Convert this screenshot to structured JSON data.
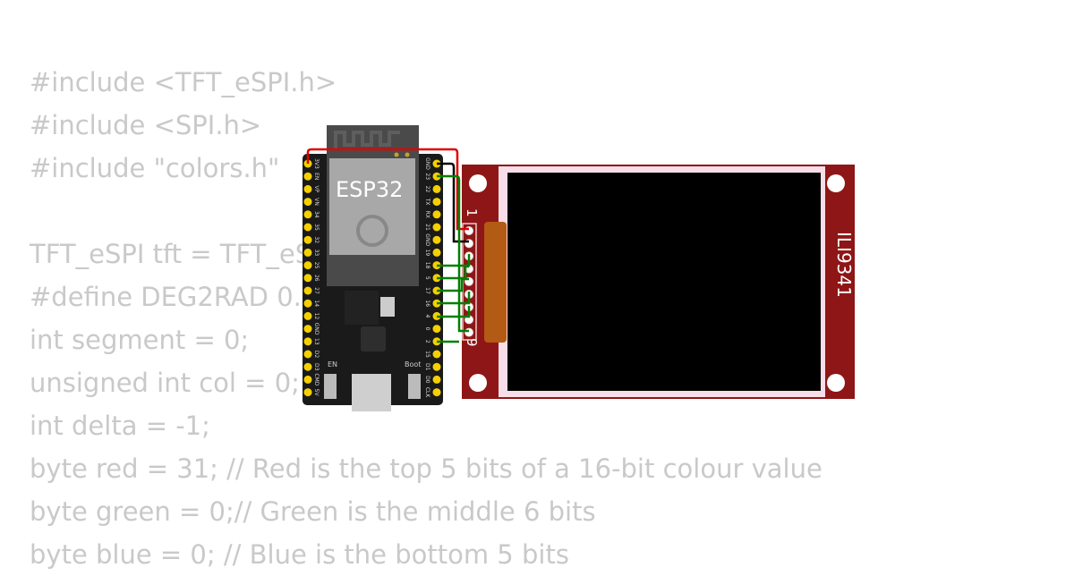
{
  "code_lines": [
    "#include <TFT_eSPI.h>",
    "#include <SPI.h>",
    "#include \"colors.h\"",
    "",
    "TFT_eSPI tft = TFT_eS",
    "#define DEG2RAD 0.",
    "int segment = 0;",
    "unsigned int col = 0;",
    "int delta = -1;",
    "byte red = 31; // Red is the top 5 bits of a 16-bit colour value",
    "byte green = 0;// Green is the middle 6 bits",
    "byte blue = 0; // Blue is the bottom 5 bits"
  ],
  "esp32": {
    "label": "ESP32",
    "en_label": "EN",
    "boot_label": "Boot",
    "left_pins": [
      "3V3",
      "EN",
      "VP",
      "VN",
      "34",
      "35",
      "32",
      "33",
      "25",
      "26",
      "27",
      "14",
      "12",
      "GND",
      "13",
      "D2",
      "D3",
      "CMD",
      "5V"
    ],
    "right_pins": [
      "GND",
      "23",
      "22",
      "TX",
      "RX",
      "21",
      "GND",
      "19",
      "18",
      "5",
      "17",
      "16",
      "4",
      "0",
      "2",
      "15",
      "D1",
      "D0",
      "CLK"
    ]
  },
  "display": {
    "label": "ILI9341",
    "pin_first": "1",
    "pin_last": "9"
  },
  "colors": {
    "code": "#c9c9c9",
    "board": "#1a1a1a",
    "pcb": "#8e1616",
    "wire_power": "#e00000",
    "wire_gnd": "#000000",
    "wire_signal": "#008000"
  }
}
